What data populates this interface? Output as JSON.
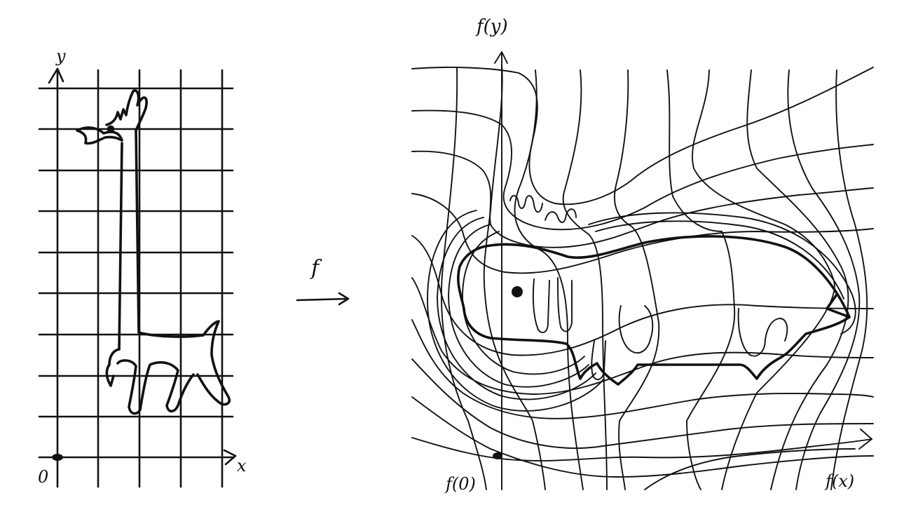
{
  "colors": {
    "ink": "#111111",
    "background": "#ffffff"
  },
  "left_panel": {
    "origin_label": "0",
    "x_axis_label": "x",
    "y_axis_label": "y"
  },
  "mapping": {
    "label": "f"
  },
  "right_panel": {
    "origin_label": "f(0)",
    "x_axis_label": "f(x)",
    "y_axis_label": "f(y)"
  }
}
